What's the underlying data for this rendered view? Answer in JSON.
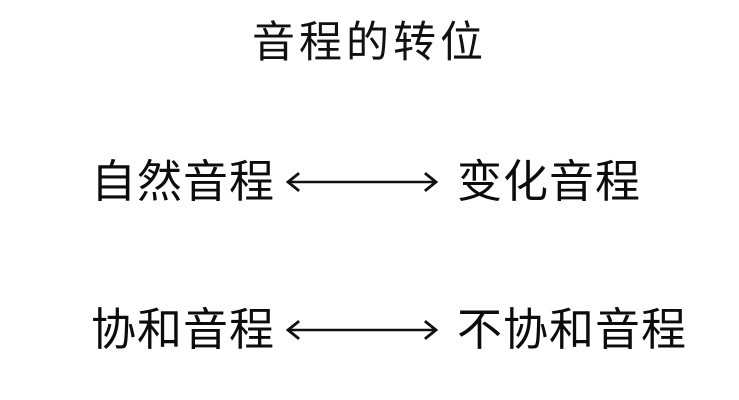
{
  "slide": {
    "title": "音程的转位",
    "background_color": "#ffffff",
    "text_color": "#0c0c0c",
    "watermark": "",
    "relations": [
      {
        "left_term": "自然音程",
        "right_term": "变化音程",
        "connector": "double-headed-arrow"
      },
      {
        "left_term": "协和音程",
        "right_term": "不协和音程",
        "connector": "double-headed-arrow"
      }
    ]
  }
}
